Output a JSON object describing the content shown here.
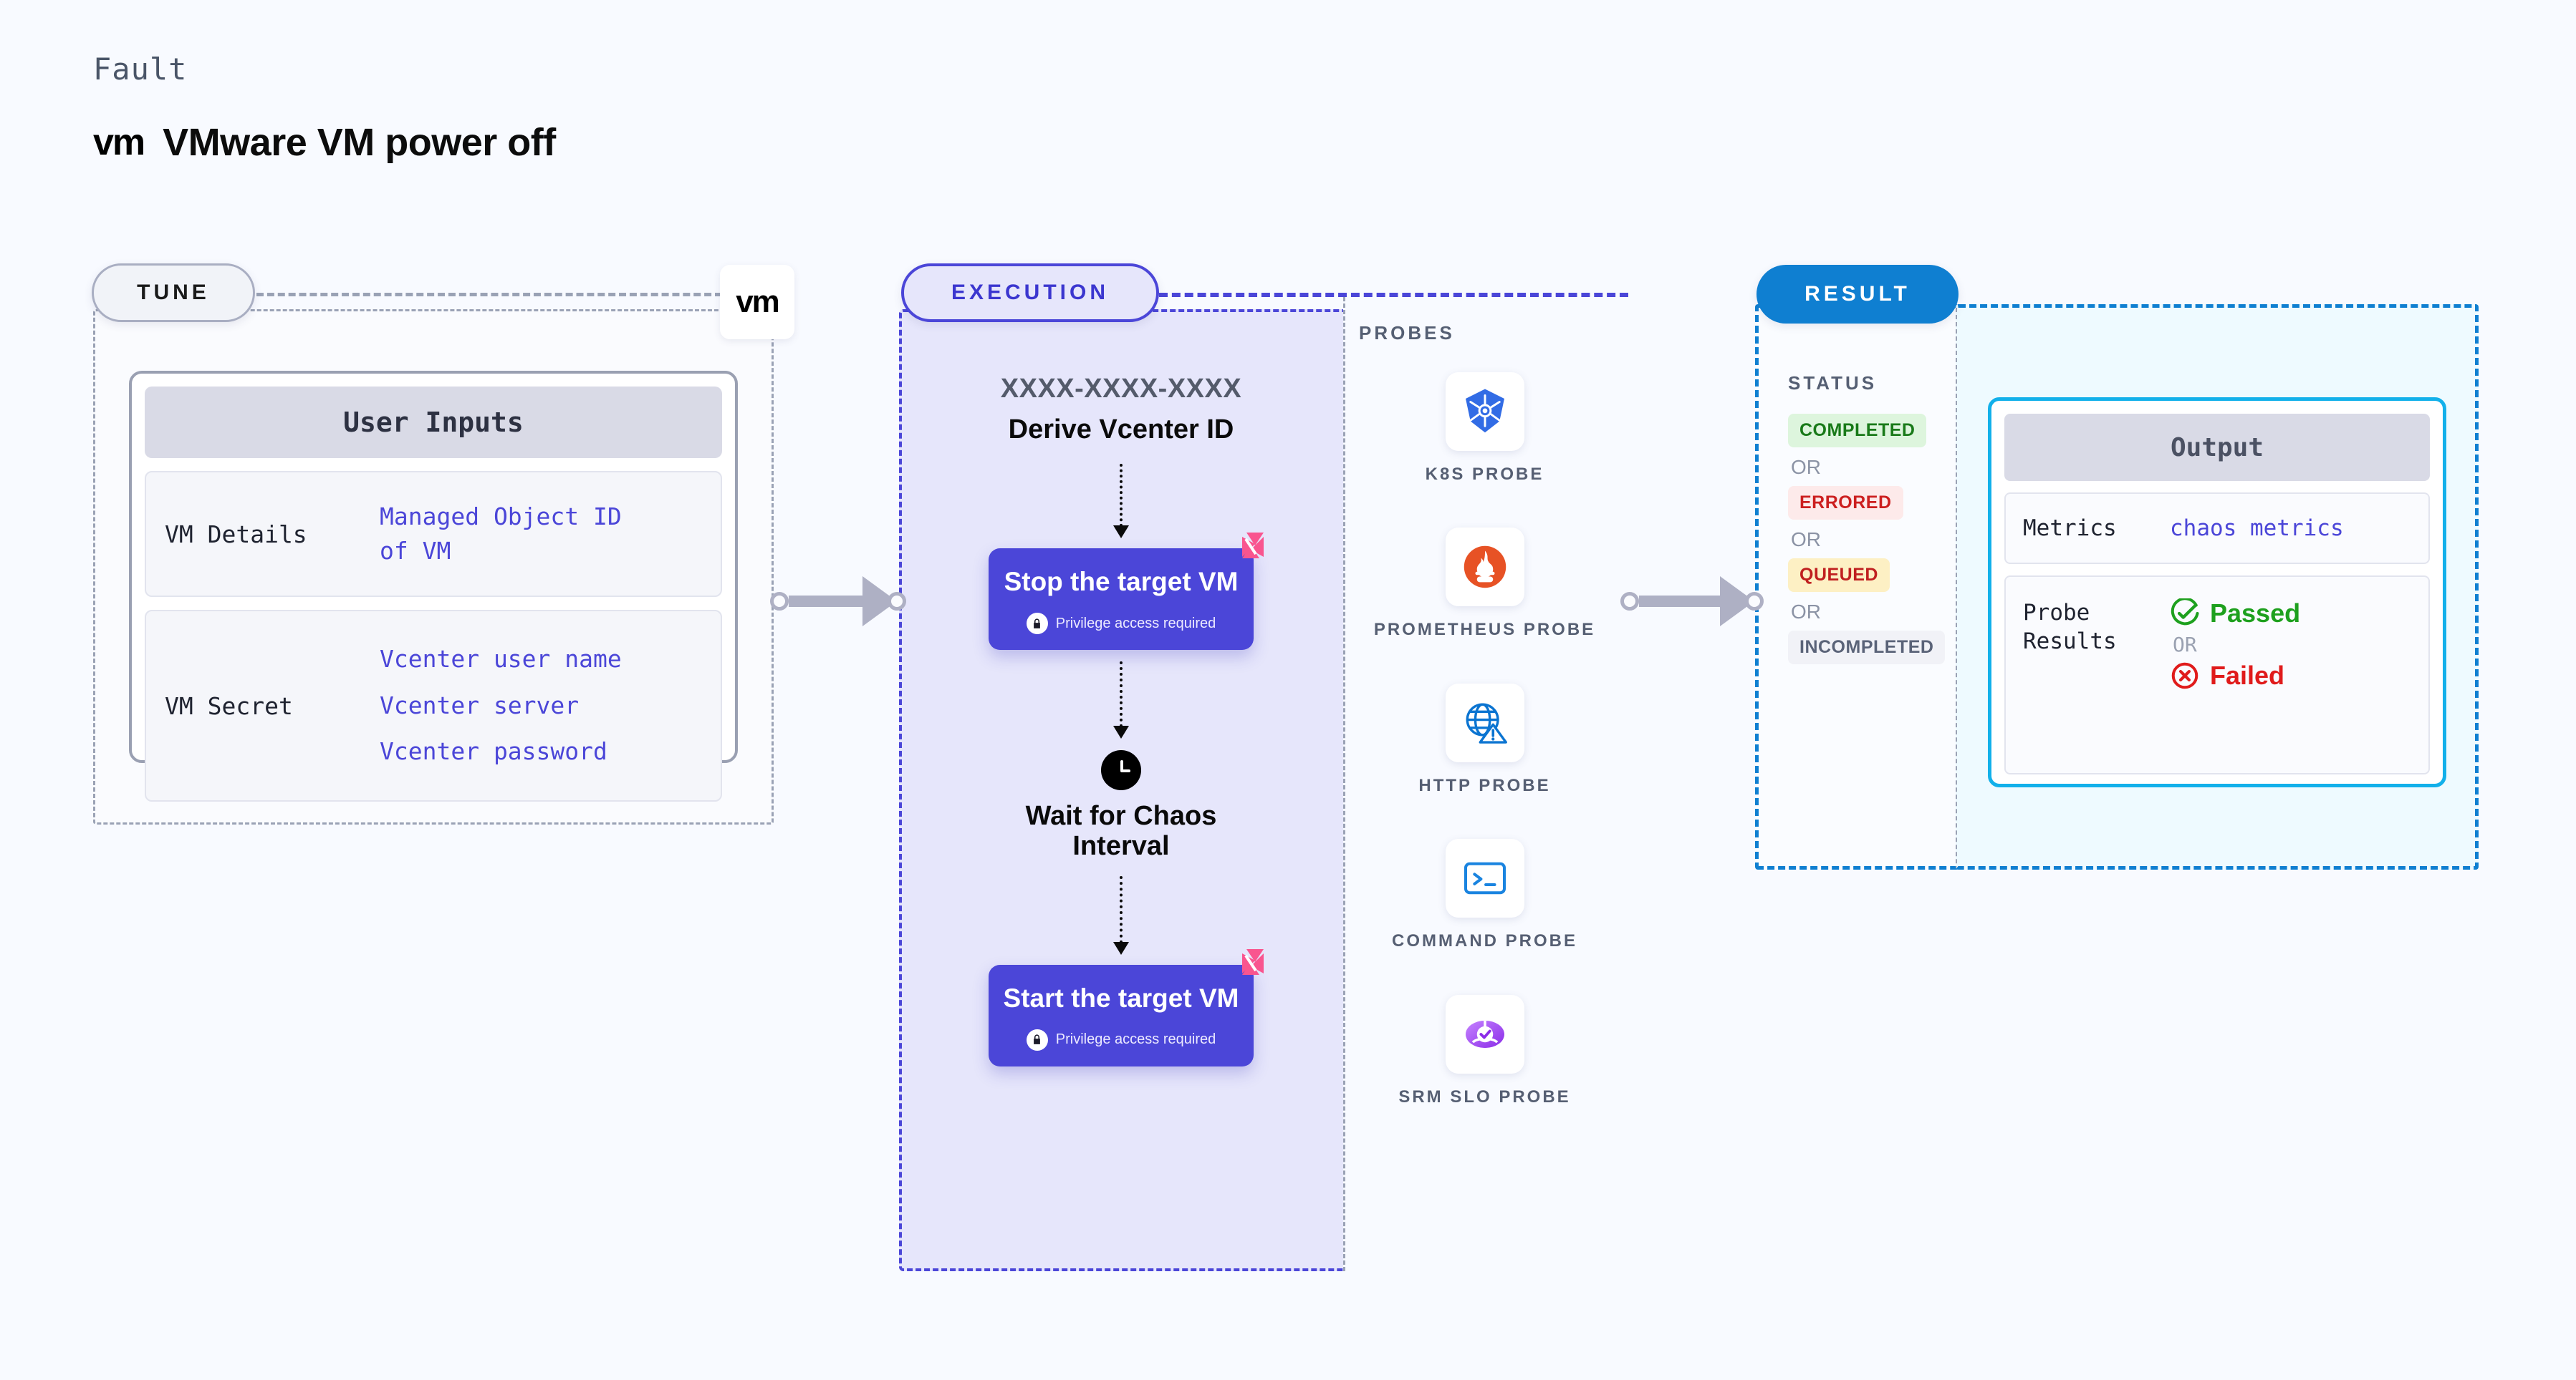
{
  "header": {
    "eyebrow": "Fault",
    "logo_text": "vm",
    "title": "VMware VM power off"
  },
  "tune": {
    "pill_label": "TUNE",
    "badge_logo": "vm",
    "card": {
      "header": "User Inputs",
      "rows": [
        {
          "label": "VM Details",
          "values": [
            "Managed Object ID",
            "of VM"
          ]
        },
        {
          "label": "VM Secret",
          "values": [
            "Vcenter user name",
            "Vcenter server",
            "Vcenter password"
          ]
        }
      ]
    }
  },
  "execution": {
    "pill_label": "EXECUTION",
    "derive_code": "XXXX-XXXX-XXXX",
    "derive_label": "Derive Vcenter ID",
    "steps": [
      {
        "title": "Stop the target VM",
        "note": "Privilege access required"
      },
      {
        "title": "Start the target VM",
        "note": "Privilege access required"
      }
    ],
    "wait": {
      "label_line1": "Wait for Chaos",
      "label_line2": "Interval"
    }
  },
  "probes": {
    "section_label": "PROBES",
    "items": [
      {
        "name": "K8S PROBE",
        "icon": "kubernetes-icon",
        "color": "#2f6fd0"
      },
      {
        "name": "PROMETHEUS PROBE",
        "icon": "prometheus-icon",
        "color": "#e75225"
      },
      {
        "name": "HTTP PROBE",
        "icon": "http-globe-warning-icon",
        "color": "#0b74d1"
      },
      {
        "name": "COMMAND PROBE",
        "icon": "terminal-icon",
        "color": "#1a84e0"
      },
      {
        "name": "SRM SLO PROBE",
        "icon": "srm-slo-icon",
        "color": "#9b4df0"
      }
    ]
  },
  "result": {
    "pill_label": "RESULT",
    "status_label": "STATUS",
    "or_text": "OR",
    "statuses": [
      {
        "text": "COMPLETED",
        "bg": "#ddf5dd",
        "fg": "#197a19"
      },
      {
        "text": "ERRORED",
        "bg": "#fdeaea",
        "fg": "#cc1f1f"
      },
      {
        "text": "QUEUED",
        "bg": "#fdf0c4",
        "fg": "#c02020"
      },
      {
        "text": "INCOMPLETED",
        "bg": "#f1f2f7",
        "fg": "#5a6378"
      }
    ]
  },
  "output": {
    "header": "Output",
    "metrics_label": "Metrics",
    "metrics_value": "chaos metrics",
    "probe_results_label": "Probe\nResults",
    "probe_results_label_line1": "Probe",
    "probe_results_label_line2": "Results",
    "passed_text": "Passed",
    "failed_text": "Failed",
    "or_text": "OR"
  },
  "colors": {
    "background": "#f8faff",
    "indigo": "#4b46d8",
    "result_blue": "#0f7fd1",
    "output_cyan": "#12b0ea",
    "connector_gray": "#aeb0c4",
    "chaos_pink": "#f9558f"
  }
}
